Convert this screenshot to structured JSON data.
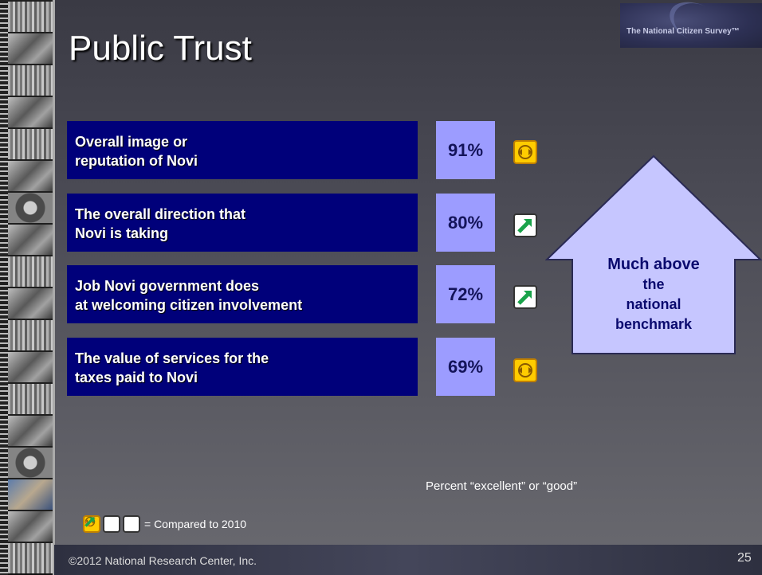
{
  "slide": {
    "title": "Public Trust",
    "logo_text": "The National Citizen Survey™",
    "rows": [
      {
        "line1": "Overall image or",
        "line2": "reputation of Novi",
        "percent": "91%",
        "comparison_icon": "similar-icon"
      },
      {
        "line1": "The overall direction that",
        "line2": "Novi is taking",
        "percent": "80%",
        "comparison_icon": "above-icon"
      },
      {
        "line1": "Job Novi government does",
        "line2": "at welcoming citizen involvement",
        "percent": "72%",
        "comparison_icon": "above-icon"
      },
      {
        "line1": "The value of services for the",
        "line2": "taxes paid to Novi",
        "percent": "69%",
        "comparison_icon": "similar-icon"
      }
    ],
    "benchmark": {
      "line1": "Much above",
      "line2": "the",
      "line3": "national",
      "line4": "benchmark"
    },
    "footnote": "Percent “excellent” or “good”",
    "legend_text": "= Compared to 2010",
    "copyright": "©2012 National Research Center, Inc.",
    "page_number": "25"
  },
  "colors": {
    "label_bg": "#00007a",
    "percent_bg": "#9c9cff",
    "benchmark_fill": "#c6c6ff",
    "similar_icon": "#ffcc00"
  }
}
